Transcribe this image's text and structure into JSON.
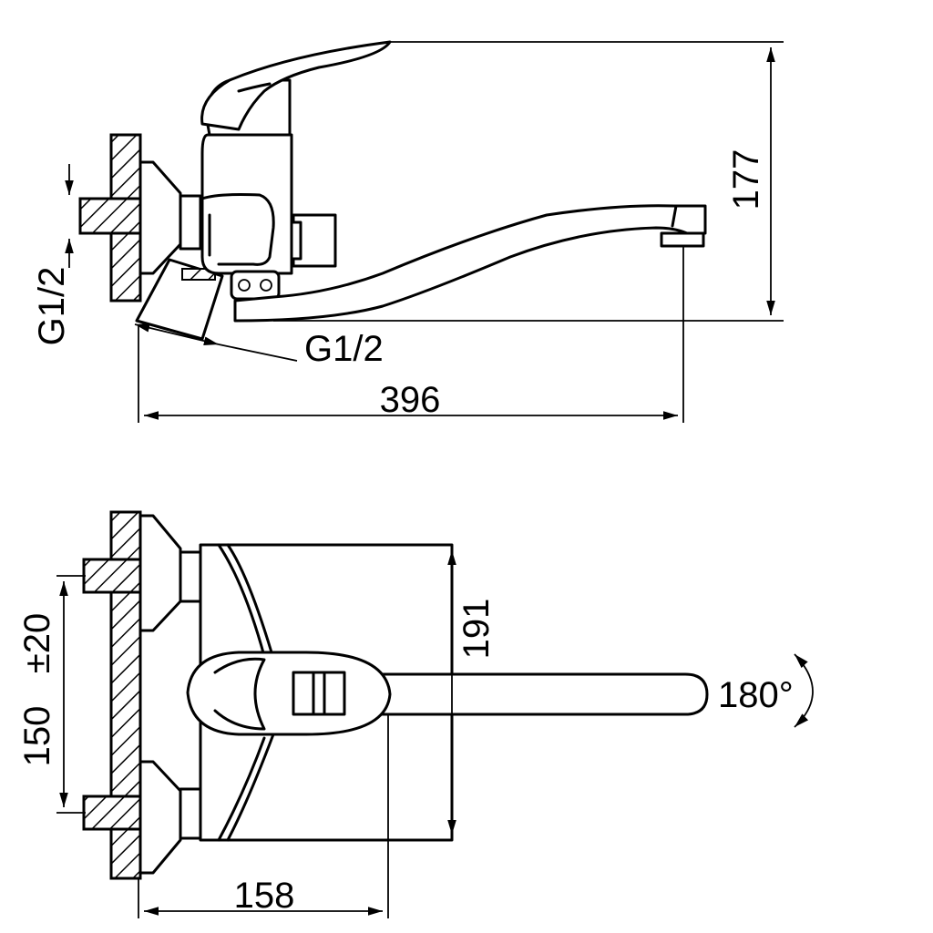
{
  "drawing": {
    "side_view": {
      "dimensions": {
        "height": "177",
        "length": "396",
        "inlet_thread_vertical": "G1/2",
        "inlet_thread_angled": "G1/2"
      }
    },
    "top_view": {
      "dimensions": {
        "inlet_spacing": "150",
        "inlet_spacing_tolerance": "±20",
        "depth": "191",
        "width": "158",
        "spout_rotation": "180°"
      }
    }
  }
}
